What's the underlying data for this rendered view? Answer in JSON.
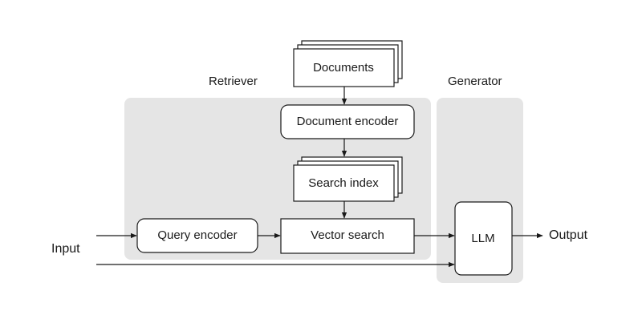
{
  "colors": {
    "group_fill": "#e5e5e5",
    "node_fill": "#ffffff",
    "stroke": "#1a1a1a",
    "text": "#1a1a1a"
  },
  "groups": {
    "retriever": "Retriever",
    "generator": "Generator"
  },
  "nodes": {
    "documents": "Documents",
    "document_encoder": "Document encoder",
    "search_index": "Search index",
    "query_encoder": "Query encoder",
    "vector_search": "Vector search",
    "llm": "LLM"
  },
  "io": {
    "input": "Input",
    "output": "Output"
  }
}
